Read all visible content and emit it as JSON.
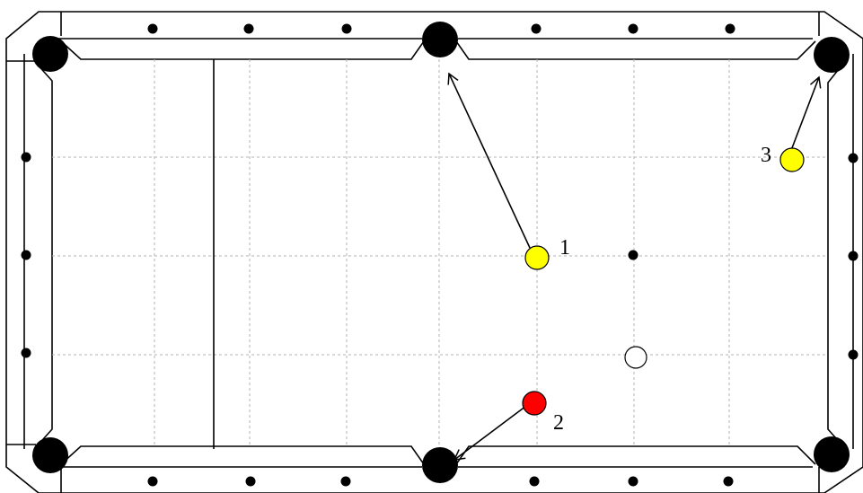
{
  "table": {
    "background": "#ffffff",
    "line_color": "#000000",
    "grid_color": "#b3b3b3",
    "pocket_color": "#000000",
    "diamond_color": "#000000"
  },
  "balls": [
    {
      "label": "1",
      "color": "#ffff00",
      "target": "top-side-pocket"
    },
    {
      "label": "2",
      "color": "#ff0000",
      "target": "bottom-side-pocket"
    },
    {
      "label": "3",
      "color": "#ffff00",
      "target": "top-right-corner-pocket"
    }
  ],
  "cue_ball": {
    "color": "#ffffff"
  }
}
